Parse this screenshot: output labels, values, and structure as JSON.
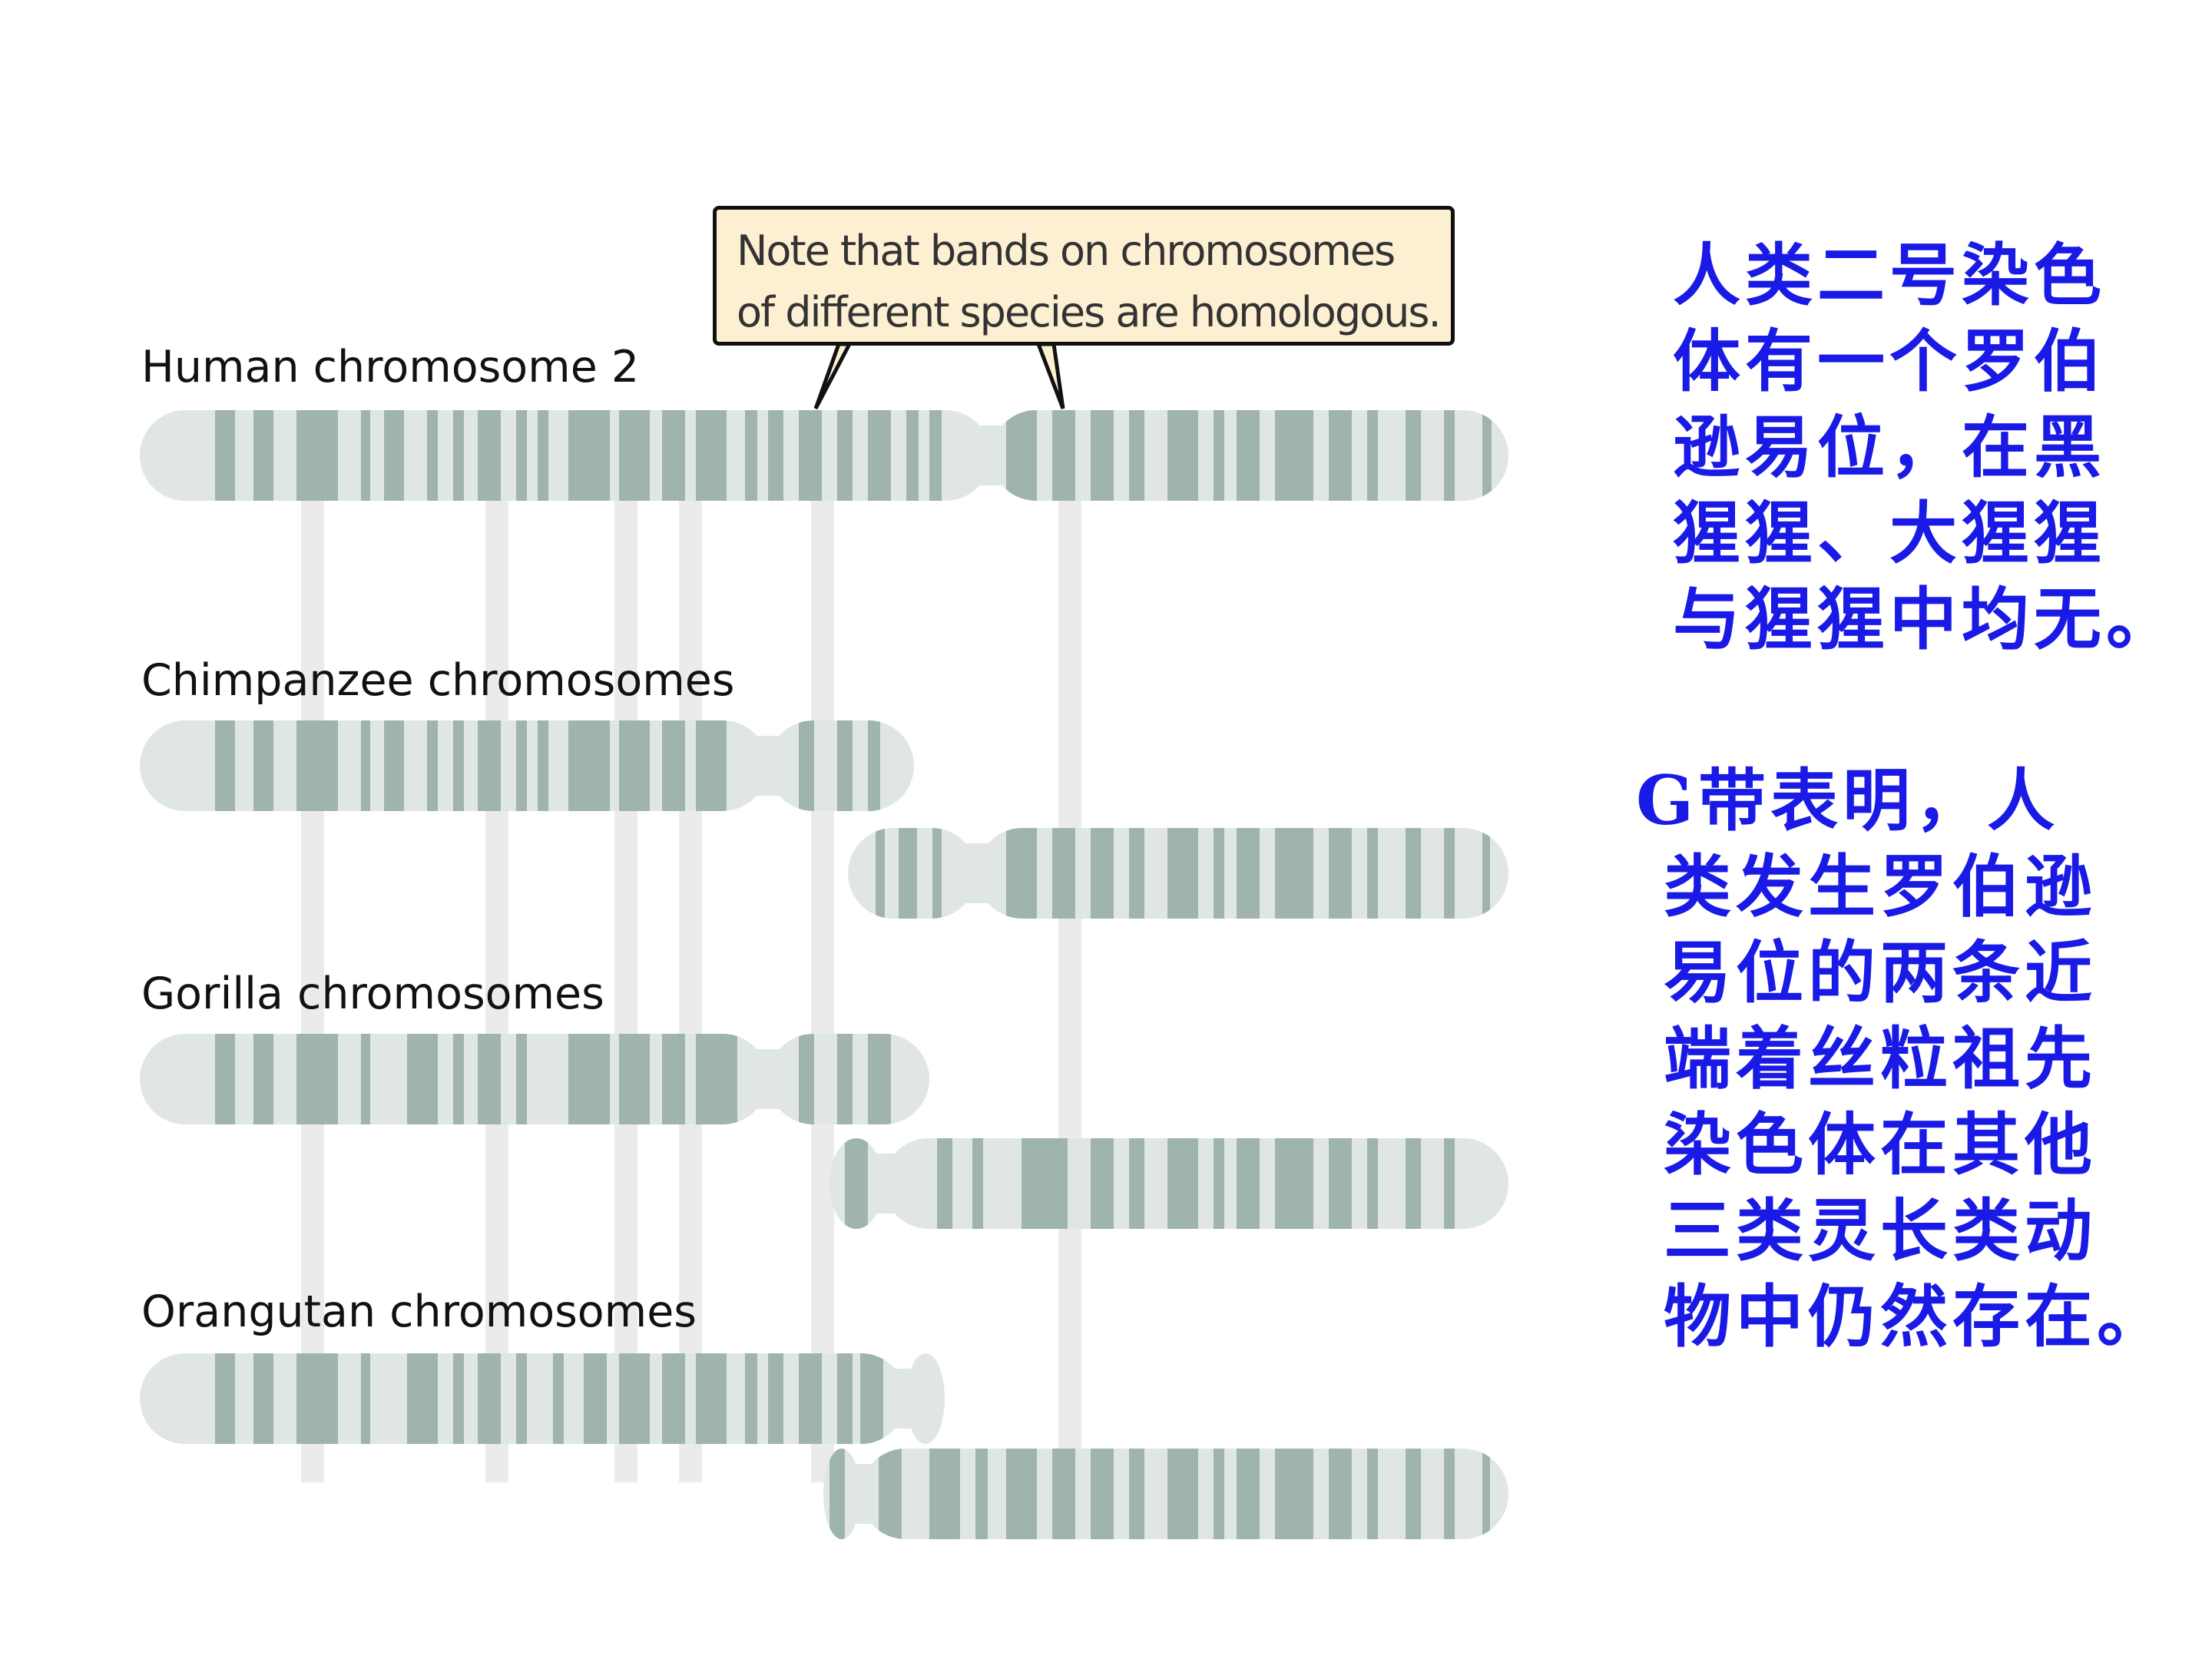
{
  "labels": {
    "human": "Human chromosome 2",
    "chimp": "Chimpanzee chromosomes",
    "gorilla": "Gorilla chromosomes",
    "orangutan": "Orangutan chromosomes"
  },
  "callout": {
    "line1": "Note that bands on chromosomes",
    "line2": "of different species are homologous."
  },
  "text_block_1": {
    "lines": [
      "人类二号染色",
      "体有一个罗伯",
      "逊易位，在黑",
      "猩猩、大猩猩",
      "与猩猩中均无。"
    ]
  },
  "text_block_2": {
    "lines": [
      "G带表明，人",
      "类发生罗伯逊",
      "易位的两条近",
      "端着丝粒祖先",
      "染色体在其他",
      "三类灵长类动",
      "物中仍然存在。"
    ]
  },
  "colors": {
    "band_dark": "#9fb5ac",
    "band_light": "#e0e7e3",
    "guide_line": "#ebebeb",
    "callout_bg": "#fdf0d2",
    "chinese_text": "#1a1ae6"
  }
}
